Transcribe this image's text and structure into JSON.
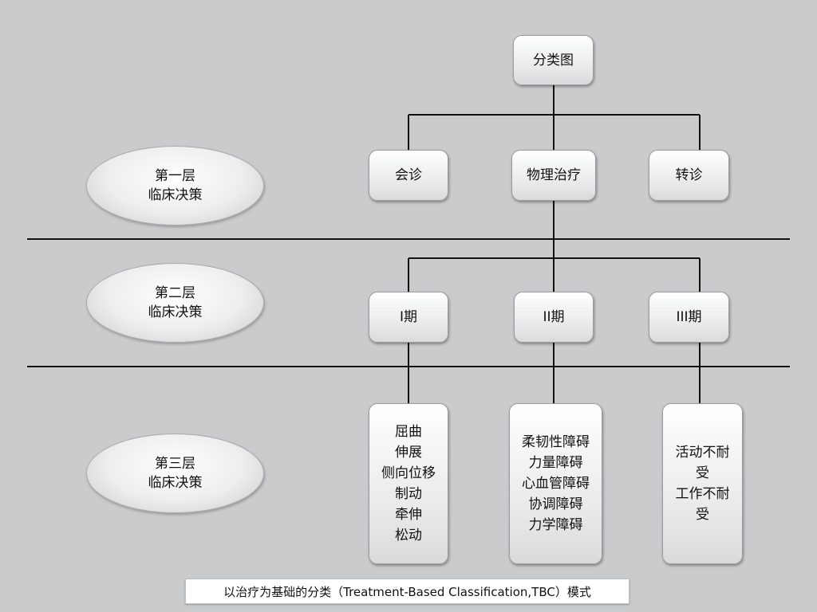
{
  "root": {
    "label": "分类图"
  },
  "levels": [
    {
      "name": "第一层",
      "desc": "临床决策"
    },
    {
      "name": "第二层",
      "desc": "临床决策"
    },
    {
      "name": "第三层",
      "desc": "临床决策"
    }
  ],
  "level1_nodes": [
    "会诊",
    "物理治疗",
    "转诊"
  ],
  "level2_nodes": [
    "I期",
    "II期",
    "III期"
  ],
  "level3_nodes": [
    "屈曲\n伸展\n侧向位移\n制动\n牵伸\n松动",
    "柔韧性障碍\n力量障碍\n心血管障碍\n协调障碍\n力学障碍",
    "活动不耐\n受\n工作不耐\n受"
  ],
  "caption": "以治疗为基础的分类（Treatment-Based Classification,TBC）模式"
}
